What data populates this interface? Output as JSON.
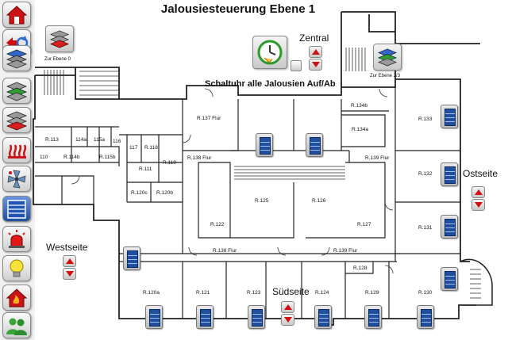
{
  "title": "Jalousiesteuerung Ebene 1",
  "nav": {
    "to_level_0": "Zur Ebene 0",
    "to_level_23": "Zur Ebene 2/3"
  },
  "zentral_label": "Zentral",
  "timer_label": "Schaltuhr alle Jalousien Auf/Ab",
  "sides": {
    "west": "Westseite",
    "ost": "Ostseite",
    "sued": "Südseite"
  },
  "rooms": {
    "r113": "R.113",
    "r114a": "114a",
    "r115a": "115a",
    "r116": "116",
    "r117": "117",
    "r118": "R.118",
    "r110": "110",
    "r114b": "R.114b",
    "r115b": "R.115b",
    "r111": "R.111",
    "r119": "R.119",
    "r120c": "R.120c",
    "r120b": "R.120b",
    "r137": "R.137 Flur",
    "r138top": "R.138 Flur",
    "r139top": "R.139 Flur",
    "r134b": "R.134b",
    "r134a": "R.134a",
    "r133": "R.133",
    "r132": "R.132",
    "r131": "R.131",
    "r125": "R.125",
    "r126": "R.126",
    "r122": "R.122",
    "r127": "R.127",
    "r138bot": "R.138 Flur",
    "r139bot": "R.139 Flur",
    "r128": "R.128",
    "r120a": "R.120a",
    "r121": "R.121",
    "r123": "R.123",
    "r124": "R.124",
    "r129": "R.129",
    "r130": "R.130"
  },
  "sidebar_icons": [
    "home-icon",
    "back-refresh-icon",
    "layers-blue-icon",
    "layers-green-icon",
    "layers-red-icon",
    "heating-icon",
    "fan-icon",
    "blinds-icon",
    "alarm-icon",
    "lightbulb-icon",
    "home-alarm-icon",
    "users-icon"
  ],
  "colors": {
    "accent_red": "#d01010",
    "blind_blue": "#1f4f9e"
  }
}
